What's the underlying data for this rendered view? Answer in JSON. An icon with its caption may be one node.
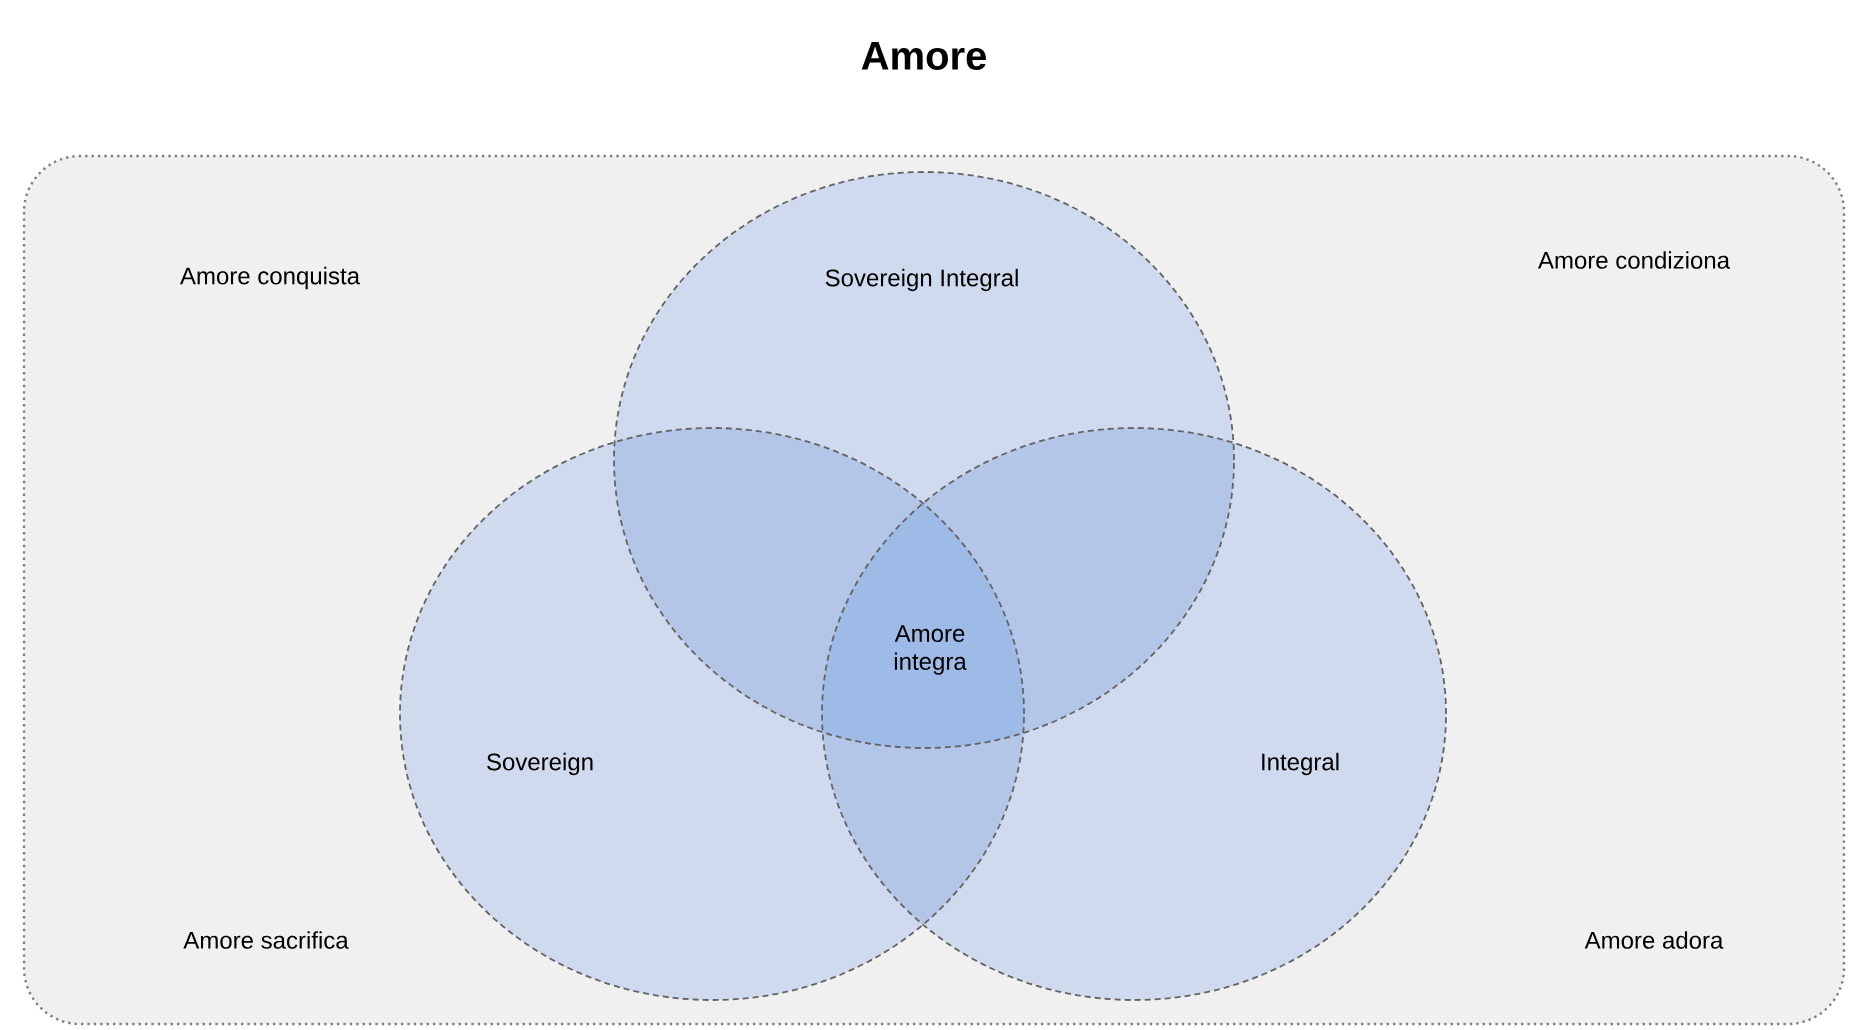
{
  "diagram": {
    "title": "Amore",
    "nodes": [
      {
        "text": [
          "Amore conquista",
          "Amore condiziona",
          "Amore sacrifica",
          "Amore adora"
        ]
      },
      {
        "text": [
          "Sovereign Integral"
        ],
        "in": 0
      },
      {
        "text": [
          "Sovereign"
        ],
        "in": 0
      },
      {
        "text": [
          "Integral"
        ],
        "in": 0
      }
    ],
    "labels": [
      "Amore integra"
    ]
  }
}
